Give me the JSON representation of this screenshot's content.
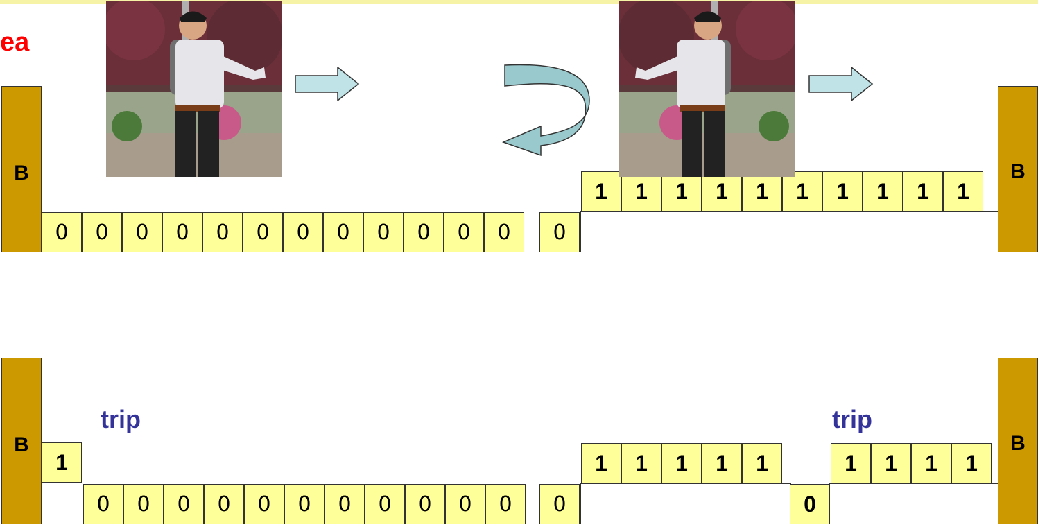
{
  "heading": "ea",
  "walls": {
    "label": "B"
  },
  "top_row": {
    "zeros": [
      "0",
      "0",
      "0",
      "0",
      "0",
      "0",
      "0",
      "0",
      "0",
      "0",
      "0",
      "0",
      "0"
    ],
    "ones": [
      "1",
      "1",
      "1",
      "1",
      "1",
      "1",
      "1",
      "1",
      "1",
      "1"
    ]
  },
  "bottom_row": {
    "single_one": "1",
    "zeros": [
      "0",
      "0",
      "0",
      "0",
      "0",
      "0",
      "0",
      "0",
      "0",
      "0",
      "0",
      "0"
    ],
    "ones_left": [
      "1",
      "1",
      "1",
      "1",
      "1"
    ],
    "gap_zero": "0",
    "ones_right": [
      "1",
      "1",
      "1",
      "1"
    ],
    "trip_label": "trip"
  },
  "colors": {
    "wall": "#cc9900",
    "cell": "#ffff99",
    "arrow": "#bfe3e6",
    "curved_arrow": "#99c9cc",
    "heading": "#ff0000",
    "trip": "#333399"
  },
  "icons": [
    "right-arrow-icon",
    "u-turn-arrow-icon",
    "right-arrow-icon"
  ]
}
